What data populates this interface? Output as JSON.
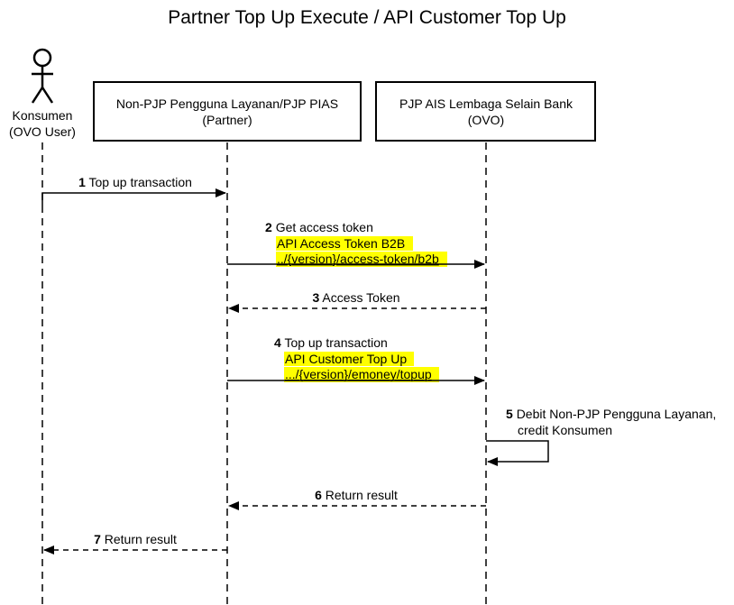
{
  "title": "Partner Top Up Execute / API Customer Top Up",
  "highlight_color": "#ffff00",
  "participants": [
    {
      "id": "konsumen",
      "type": "actor",
      "lines": [
        "Konsumen",
        "(OVO User)"
      ]
    },
    {
      "id": "partner",
      "type": "box",
      "lines": [
        "Non-PJP Pengguna Layanan/PJP PIAS",
        "(Partner)"
      ]
    },
    {
      "id": "ovo",
      "type": "box",
      "lines": [
        "PJP AIS Lembaga Selain Bank",
        "(OVO)"
      ]
    }
  ],
  "messages": [
    {
      "num": "1",
      "label": "Top up transaction",
      "from": "konsumen",
      "to": "partner",
      "style": "solid",
      "highlight": []
    },
    {
      "num": "2",
      "label": "Get access token",
      "from": "partner",
      "to": "ovo",
      "style": "solid",
      "highlight": [
        "API Access Token B2B",
        "../{version}/access-token/b2b"
      ]
    },
    {
      "num": "3",
      "label": "Access Token",
      "from": "ovo",
      "to": "partner",
      "style": "dashed",
      "highlight": []
    },
    {
      "num": "4",
      "label": "Top up transaction",
      "from": "partner",
      "to": "ovo",
      "style": "solid",
      "highlight": [
        "API Customer Top Up",
        ".../{version}/emoney/topup"
      ]
    },
    {
      "num": "5",
      "label": "Debit Non-PJP Pengguna Layanan,",
      "label2": "credit Konsumen",
      "from": "ovo",
      "to": "ovo",
      "style": "self",
      "highlight": []
    },
    {
      "num": "6",
      "label": "Return result",
      "from": "ovo",
      "to": "partner",
      "style": "dashed",
      "highlight": []
    },
    {
      "num": "7",
      "label": "Return result",
      "from": "partner",
      "to": "konsumen",
      "style": "dashed",
      "highlight": []
    }
  ]
}
